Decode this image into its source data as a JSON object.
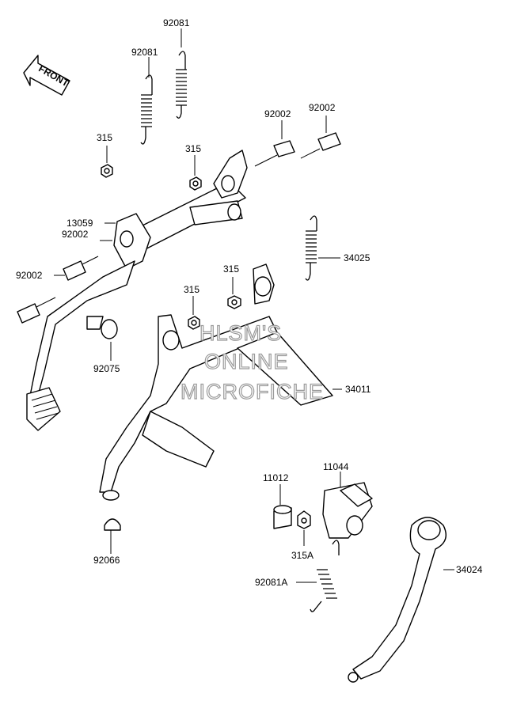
{
  "front_label": "FRONT",
  "watermark": [
    "HLSM'S",
    "ONLINE",
    "MICROFICHE"
  ],
  "parts": {
    "p92081_top": "92081",
    "p92081_mid": "92081",
    "p315_a": "315",
    "p315_b": "315",
    "p92002_a": "92002",
    "p92002_b": "92002",
    "p13059": "13059",
    "p92002_c": "92002",
    "p92002_d": "92002",
    "p34025": "34025",
    "p315_c": "315",
    "p315_d": "315",
    "p92075": "92075",
    "p34011": "34011",
    "p11012": "11012",
    "p11044": "11044",
    "p315a": "315A",
    "p92066": "92066",
    "p92081a": "92081A",
    "p34024": "34024"
  }
}
